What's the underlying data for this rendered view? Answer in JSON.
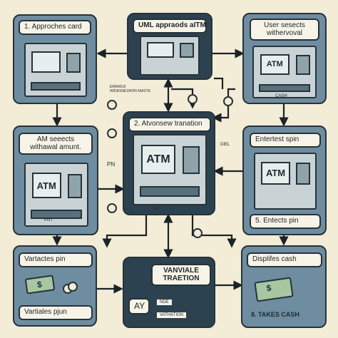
{
  "boxes": {
    "top_left": {
      "label": "1.  Approches card"
    },
    "top_center": {
      "label": "UML appraods aITM"
    },
    "top_right": {
      "label": "User sesects\nwithervoval",
      "cash_tag": "CASH"
    },
    "center": {
      "label": "2.  Atvonsew tranation",
      "screen": "ATM",
      "slot_tag": "AM"
    },
    "mid_left": {
      "label": "AM seeects\nwithawal amunt.",
      "screen": "ATM",
      "slot_tag": "PNT"
    },
    "mid_right": {
      "label": "Entertest spin",
      "screen": "ATM",
      "bottom_label": "5.  Entects pin"
    },
    "bottom_left": {
      "label_top": "Vartactes pin",
      "label_bottom": "Vartiales pjun"
    },
    "bottom_center": {
      "label": "VANVIALE\nTRAETION",
      "side_tag": "AY",
      "row1": "NDE",
      "row2": "VATHATION"
    },
    "bottom_right": {
      "label": "Displifes cash",
      "footer": "8.    TAKES CASH"
    }
  },
  "annotations": {
    "erradu": "ERRADUI\nWIDESNESHON NIASTE",
    "pn": "PN",
    "diel": "DIEL"
  }
}
